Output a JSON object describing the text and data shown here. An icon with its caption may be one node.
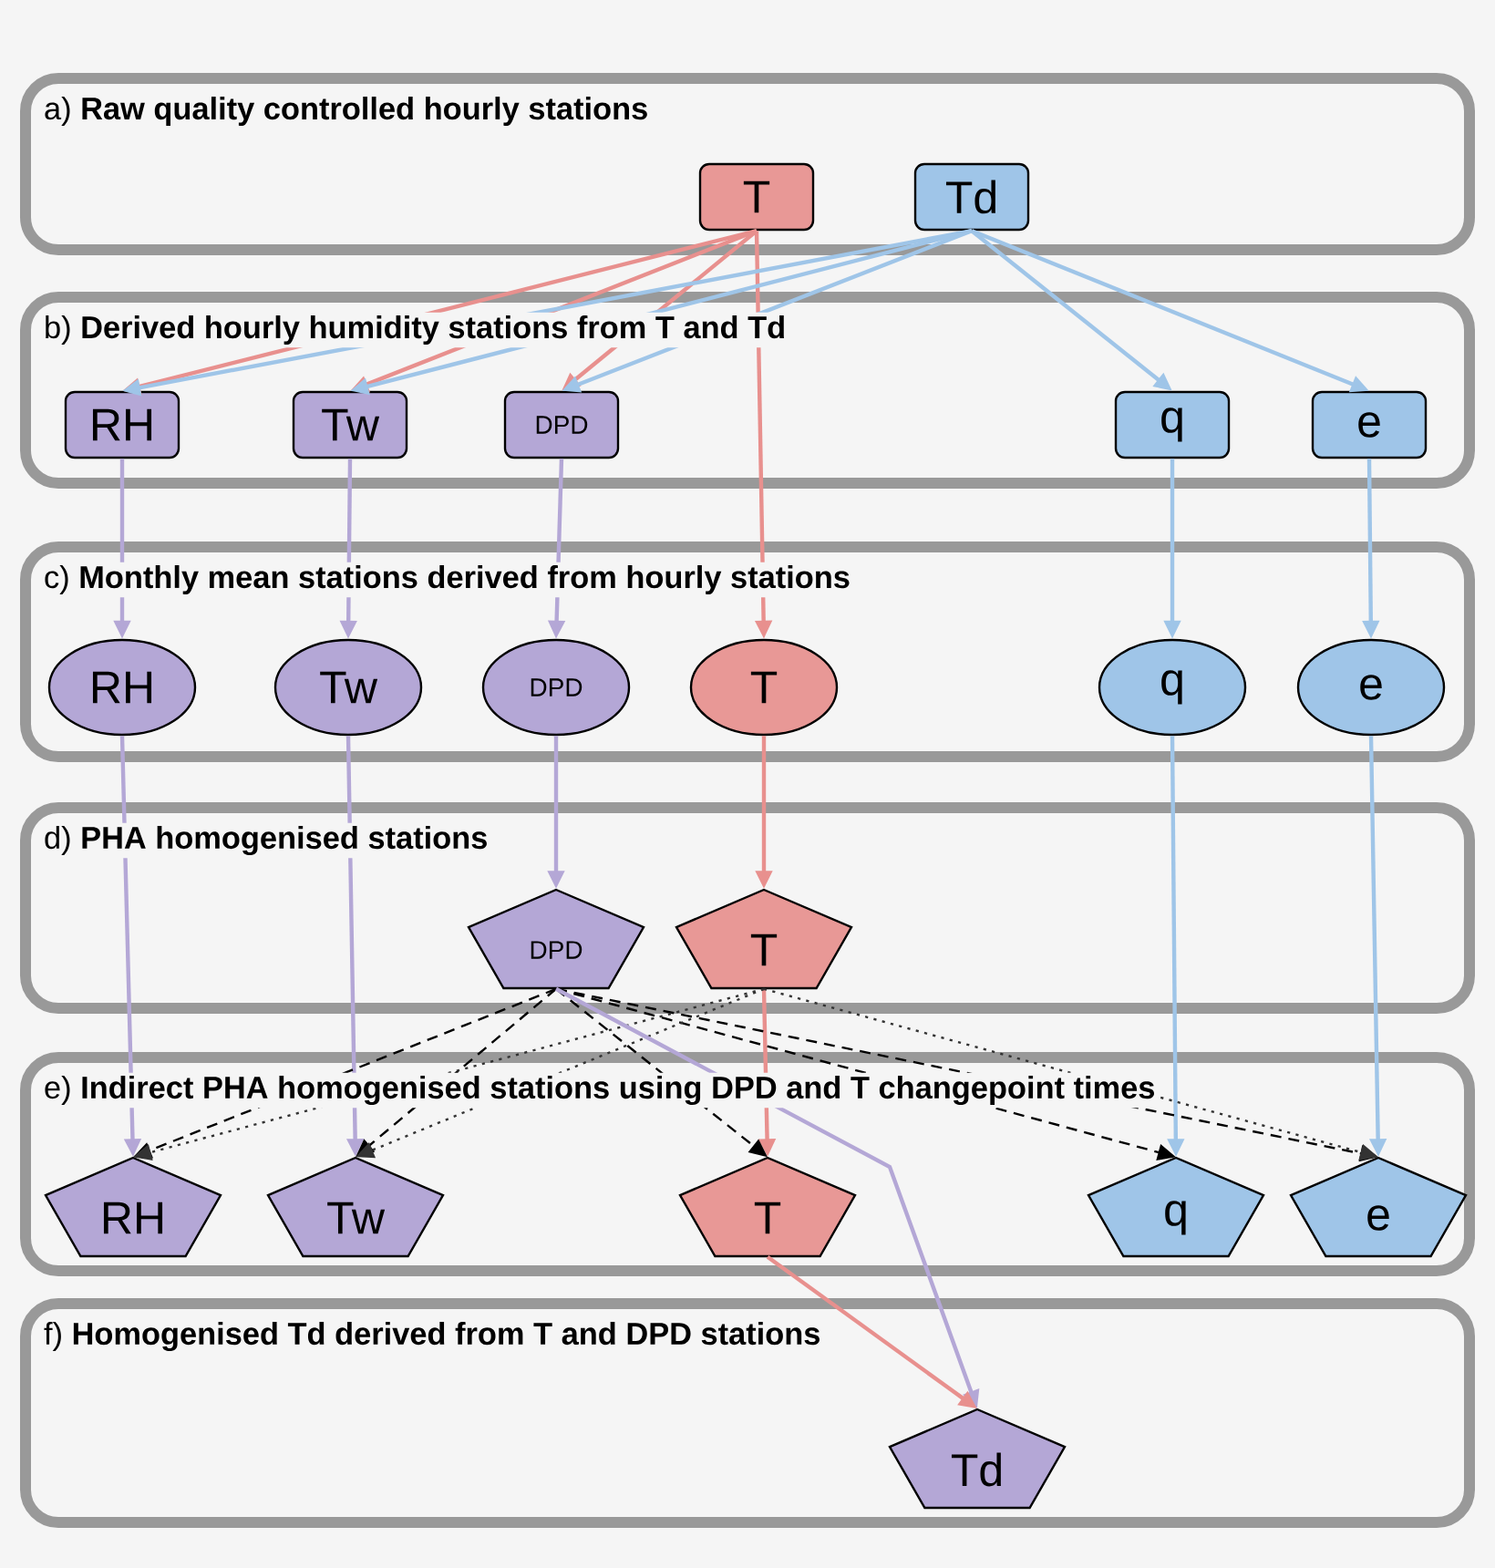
{
  "diagram": {
    "nodes": [
      {
        "text": [
          "a) **Raw quality controlled hourly stations**"
        ]
      },
      {
        "text": [
          "T"
        ],
        "in": 0
      },
      {
        "text": [
          "Td"
        ],
        "in": 0
      },
      {
        "text": [
          "b) **Derived hourly humidity stations from T and Td**"
        ]
      },
      {
        "text": [
          "RH"
        ],
        "in": 3
      },
      {
        "text": [
          "Tw"
        ],
        "in": 3
      },
      {
        "text": [
          "DPD"
        ],
        "in": 3
      },
      {
        "text": [
          "q"
        ],
        "in": 3
      },
      {
        "text": [
          "e"
        ],
        "in": 3
      },
      {
        "text": [
          "c) **Monthly mean stations derived from hourly stations**"
        ]
      },
      {
        "text": [
          "RH"
        ],
        "in": 9
      },
      {
        "text": [
          "Tw"
        ],
        "in": 9
      },
      {
        "text": [
          "DPD"
        ],
        "in": 9
      },
      {
        "text": [
          "T"
        ],
        "in": 9
      },
      {
        "text": [
          "q"
        ],
        "in": 9
      },
      {
        "text": [
          "e"
        ],
        "in": 9
      },
      {
        "text": [
          "d) **PHA homogenised stations**"
        ]
      },
      {
        "text": [
          "DPD"
        ],
        "in": 16
      },
      {
        "text": [
          "T"
        ],
        "in": 16
      },
      {
        "text": [
          "e) **Indirect PHA homogenised stations using DPD and T changepoint times**"
        ]
      },
      {
        "text": [
          "RH"
        ],
        "in": 19
      },
      {
        "text": [
          "Tw"
        ],
        "in": 19
      },
      {
        "text": [
          "T"
        ],
        "in": 19
      },
      {
        "text": [
          "q"
        ],
        "in": 19
      },
      {
        "text": [
          "e"
        ],
        "in": 19
      },
      {
        "text": [
          "f) **Homogenised Td derived from T and DPD stations**"
        ]
      },
      {
        "text": [
          "Td"
        ],
        "in": 25
      }
    ],
    "edges": [
      {
        "from": 1,
        "to": 4,
        "arrow": "to",
        "color": "#e8908e"
      },
      {
        "from": 1,
        "to": 5,
        "arrow": "to",
        "color": "#e8908e"
      },
      {
        "from": 1,
        "to": 6,
        "arrow": "to",
        "color": "#e8908e"
      },
      {
        "from": 1,
        "to": 13,
        "arrow": "to",
        "color": "#e8908e"
      },
      {
        "from": 2,
        "to": 4,
        "arrow": "to",
        "color": "#9fc5e8"
      },
      {
        "from": 2,
        "to": 5,
        "arrow": "to",
        "color": "#9fc5e8"
      },
      {
        "from": 2,
        "to": 6,
        "arrow": "to",
        "color": "#9fc5e8"
      },
      {
        "from": 2,
        "to": 7,
        "arrow": "to",
        "color": "#9fc5e8"
      },
      {
        "from": 2,
        "to": 8,
        "arrow": "to",
        "color": "#9fc5e8"
      },
      {
        "from": 4,
        "to": 10,
        "arrow": "to",
        "color": "#b4a7d6"
      },
      {
        "from": 5,
        "to": 11,
        "arrow": "to",
        "color": "#b4a7d6"
      },
      {
        "from": 6,
        "to": 12,
        "arrow": "to",
        "color": "#b4a7d6"
      },
      {
        "from": 7,
        "to": 14,
        "arrow": "to",
        "color": "#9fc5e8"
      },
      {
        "from": 8,
        "to": 15,
        "arrow": "to",
        "color": "#9fc5e8"
      },
      {
        "from": 10,
        "to": 20,
        "arrow": "to",
        "color": "#b4a7d6"
      },
      {
        "from": 11,
        "to": 21,
        "arrow": "to",
        "color": "#b4a7d6"
      },
      {
        "from": 12,
        "to": 17,
        "arrow": "to",
        "color": "#b4a7d6"
      },
      {
        "from": 13,
        "to": 18,
        "arrow": "to",
        "color": "#e8908e"
      },
      {
        "from": 14,
        "to": 23,
        "arrow": "to",
        "color": "#9fc5e8"
      },
      {
        "from": 15,
        "to": 24,
        "arrow": "to",
        "color": "#9fc5e8"
      },
      {
        "from": 18,
        "to": 22,
        "arrow": "to",
        "color": "#e8908e"
      },
      {
        "from": 17,
        "to": 20,
        "arrow": "to",
        "style": "dashed",
        "color": "#000000"
      },
      {
        "from": 17,
        "to": 21,
        "arrow": "to",
        "style": "dashed",
        "color": "#000000"
      },
      {
        "from": 17,
        "to": 22,
        "arrow": "to",
        "style": "dashed",
        "color": "#000000"
      },
      {
        "from": 17,
        "to": 23,
        "arrow": "to",
        "style": "dashed",
        "color": "#000000"
      },
      {
        "from": 17,
        "to": 24,
        "arrow": "to",
        "style": "dashed",
        "color": "#000000"
      },
      {
        "from": 18,
        "to": 20,
        "arrow": "to",
        "style": "dashed",
        "color": "#333333"
      },
      {
        "from": 18,
        "to": 21,
        "arrow": "to",
        "style": "dashed",
        "color": "#333333"
      },
      {
        "from": 18,
        "to": 24,
        "arrow": "to",
        "style": "dashed",
        "color": "#333333"
      },
      {
        "from": 17,
        "to": 26,
        "arrow": "to",
        "color": "#b4a7d6"
      },
      {
        "from": 22,
        "to": 26,
        "arrow": "to",
        "color": "#e8908e"
      }
    ]
  }
}
